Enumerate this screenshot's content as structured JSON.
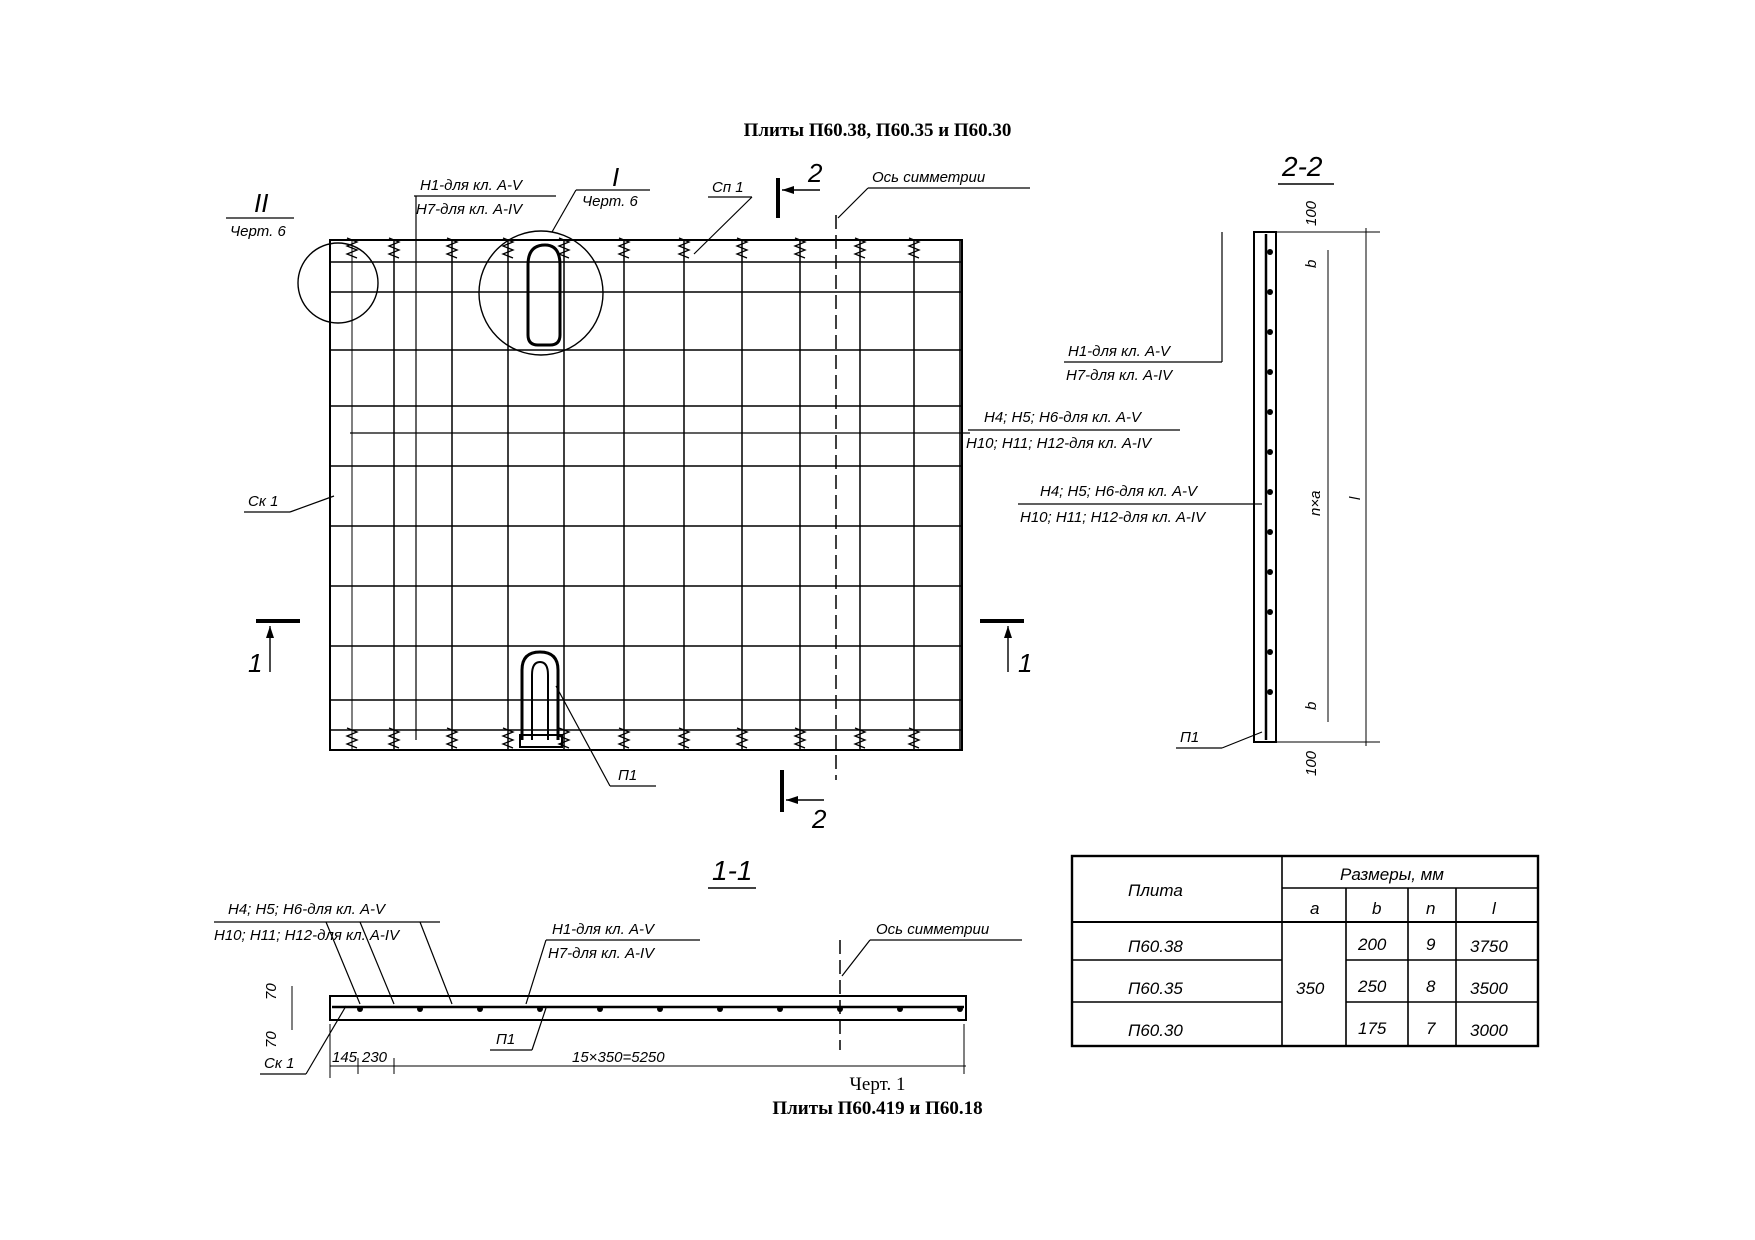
{
  "header": {
    "title": "Плиты П60.38, П60.35 и П60.30"
  },
  "footer": {
    "caption": "Черт. 1",
    "next_title": "Плиты П60.419 и П60.18"
  },
  "plan": {
    "cut2_top": "2",
    "cut2_bottom": "2",
    "cut1_left": "1",
    "cut1_right": "1",
    "axis_label": "Ось симметрии",
    "detail_II": "II",
    "detail_II_ref": "Черт. 6",
    "detail_I": "I",
    "detail_I_ref": "Черт. 6",
    "sp1": "Сп 1",
    "sk1": "Ск 1",
    "p1": "П1",
    "n1_line1": "Н1-для кл. А-V",
    "n1_line2": "Н7-для кл. А-IV",
    "n4_line1": "Н4; Н5; Н6-для кл. А-V",
    "n4_line2": "Н10; Н11; Н12-для кл. А-IV"
  },
  "section22": {
    "title": "2-2",
    "dim_top": "100",
    "dim_bottom": "100",
    "b_top": "b",
    "b_bottom": "b",
    "na": "n×a",
    "l": "l",
    "n1_line1": "Н1-для кл. А-V",
    "n1_line2": "Н7-для кл. А-IV",
    "n4_line1": "Н4; Н5; Н6-для кл. А-V",
    "n4_line2": "Н10; Н11; Н12-для кл. А-IV",
    "p1": "П1"
  },
  "section11": {
    "title": "1-1",
    "n4_line1": "Н4; Н5; Н6-для кл. А-V",
    "n4_line2": "Н10; Н11; Н12-для кл. А-IV",
    "n1_line1": "Н1-для кл. А-V",
    "n1_line2": "Н7-для кл. А-IV",
    "axis_label": "Ось симметрии",
    "dim_70a": "70",
    "dim_70b": "70",
    "sk1": "Ск 1",
    "p1": "П1",
    "dim_145": "145",
    "dim_230": "230",
    "dim_span": "15×350=5250"
  },
  "table": {
    "col_plate": "Плита",
    "col_sizes": "Размеры, мм",
    "sub_headers": [
      "a",
      "b",
      "n",
      "l"
    ],
    "a_shared": "350",
    "rows": [
      {
        "plate": "П60.38",
        "b": "200",
        "n": "9",
        "l": "3750"
      },
      {
        "plate": "П60.35",
        "b": "250",
        "n": "8",
        "l": "3500"
      },
      {
        "plate": "П60.30",
        "b": "175",
        "n": "7",
        "l": "3000"
      }
    ]
  }
}
